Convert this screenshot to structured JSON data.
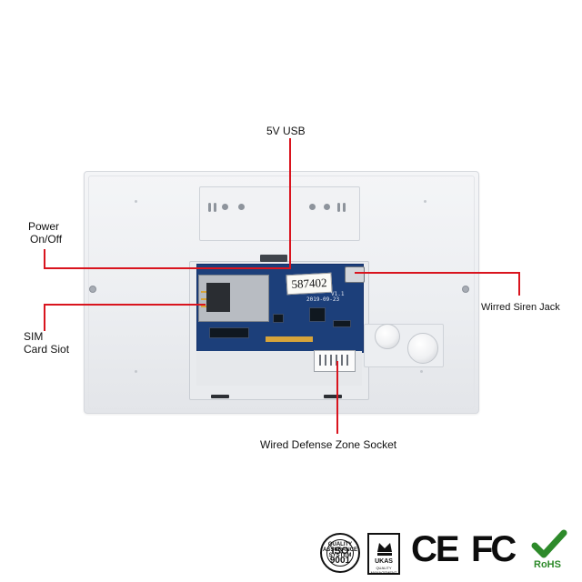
{
  "callouts": {
    "usb": "5V USB",
    "power": [
      "Power",
      "On/Off"
    ],
    "sim": [
      "SIM",
      "Card Siot"
    ],
    "siren": "Wirred Siren Jack",
    "defense": "Wired Defense Zone Socket"
  },
  "pcb": {
    "serial": "587402",
    "date": "2019-09-23",
    "version": "V1.1"
  },
  "certifications": {
    "iso_ring": "QUALITY ASSURANCE SYSTEM",
    "iso": "ISO",
    "iso_number": "9001",
    "ukas": "UKAS",
    "ukas_sub": "QUALITY MANAGEMENT",
    "ce": "CE",
    "fcc": "FC",
    "rohs": "RoHS"
  },
  "colors": {
    "callout_line": "#d9141e",
    "pcb": "#1c3f7a",
    "rohs": "#2d8a2a"
  }
}
